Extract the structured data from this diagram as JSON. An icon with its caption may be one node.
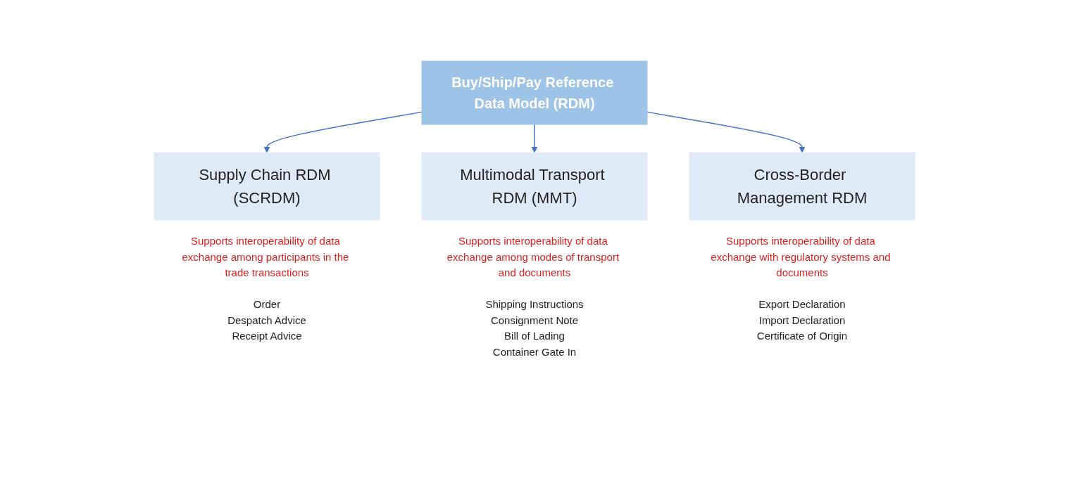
{
  "diagram": {
    "nodes": [
      {
        "text": [
          "Buy/Ship/Pay Reference Data Model (RDM)"
        ]
      },
      {
        "text": [
          "Supply Chain RDM (SCRDM)"
        ],
        "beside": [
          "Supports interoperability of data exchange among participants in the trade transactions",
          "Order",
          "Despatch Advice",
          "Receipt Advice"
        ]
      },
      {
        "text": [
          "Multimodal Transport RDM (MMT)"
        ],
        "beside": [
          "Supports interoperability of data exchange among modes of transport and documents",
          "Shipping Instructions",
          "Consignment Note",
          "Bill of Lading",
          "Container Gate In"
        ]
      },
      {
        "text": [
          "Cross-Border Management RDM"
        ],
        "beside": [
          "Supports interoperability of data exchange with regulatory systems and documents",
          "Export Declaration",
          "Import Declaration",
          "Certificate of Origin"
        ]
      }
    ],
    "edges": [
      {
        "from": 0,
        "to": 1,
        "arrow": "to"
      },
      {
        "from": 0,
        "to": 2,
        "arrow": "to"
      },
      {
        "from": 0,
        "to": 3,
        "arrow": "to"
      }
    ]
  }
}
